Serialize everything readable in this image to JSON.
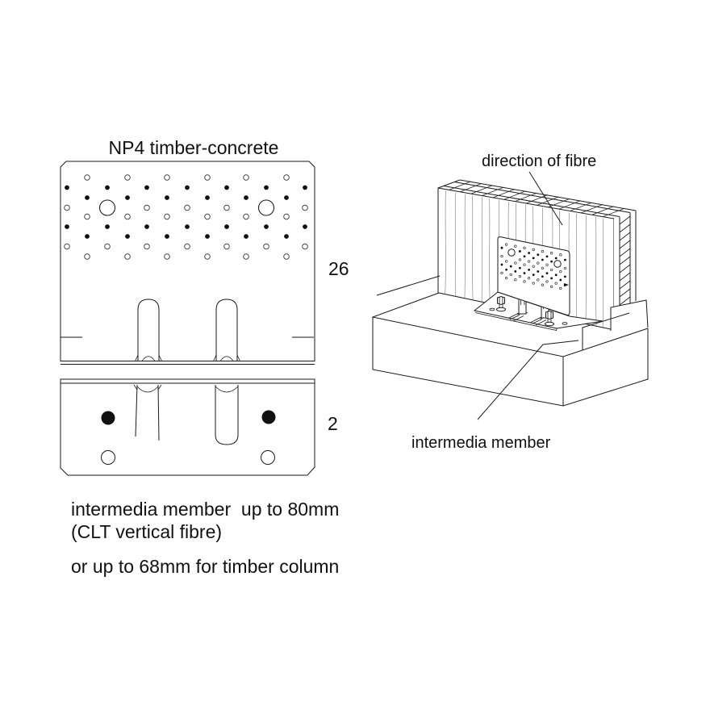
{
  "title": "NP4 timber-concrete",
  "flat_view": {
    "nail_zone_dim": "26",
    "base_hole_dim": "2"
  },
  "iso_view": {
    "fibre_label": "direction of fibre",
    "member_label": "intermedia member"
  },
  "notes": [
    "intermedia member  up to 80mm",
    "(CLT vertical fibre)",
    "or up to 68mm for timber column"
  ]
}
